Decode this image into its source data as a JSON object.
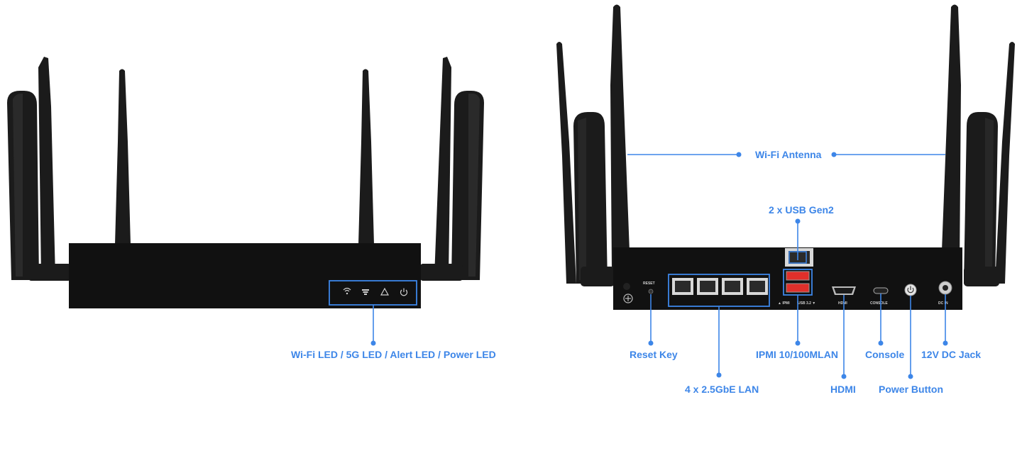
{
  "front_view": {
    "led_callout": "Wi-Fi LED / 5G LED / Alert LED / Power LED",
    "led_icons": [
      "wifi-icon",
      "5g-signal-icon",
      "alert-icon",
      "power-icon"
    ]
  },
  "rear_view": {
    "antenna_callout": "Wi-Fi Antenna",
    "usb_callout": "2 x USB Gen2",
    "reset_callout": "Reset Key",
    "ipmi_callout": "IPMI 10/100MLAN",
    "console_callout": "Console",
    "dc_callout": "12V DC Jack",
    "lan_callout": "4 x 2.5GbE LAN",
    "hdmi_callout": "HDMI",
    "power_button_callout": "Power Button",
    "port_labels": {
      "reset": "RESET",
      "ipmi": "▲ IPMI",
      "usb": "USB 3.2 ▼",
      "hdmi": "HDMI",
      "console": "CONSOLE",
      "dc": "DC IN"
    }
  },
  "colors": {
    "callout": "#3d86e8",
    "device": "#111111",
    "usb_port": "#e0302b"
  }
}
